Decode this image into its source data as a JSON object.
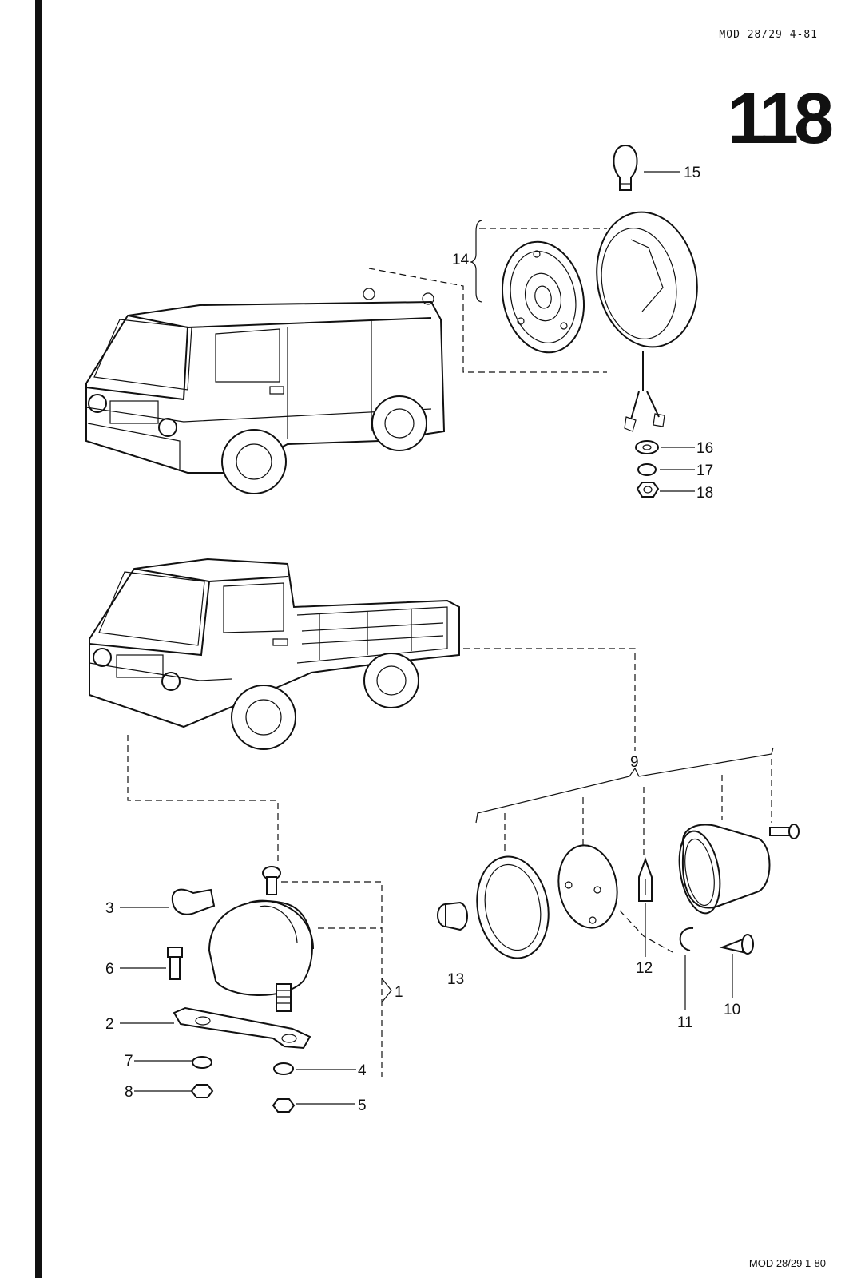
{
  "header": {
    "model_code": "MOD 28/29  4-81",
    "page_number": "118"
  },
  "footer": {
    "model_code": "MOD 28/29  1-80"
  },
  "callouts": [
    "1",
    "2",
    "3",
    "4",
    "5",
    "6",
    "7",
    "8",
    "9",
    "10",
    "11",
    "12",
    "13",
    "14",
    "15",
    "16",
    "17",
    "18"
  ]
}
